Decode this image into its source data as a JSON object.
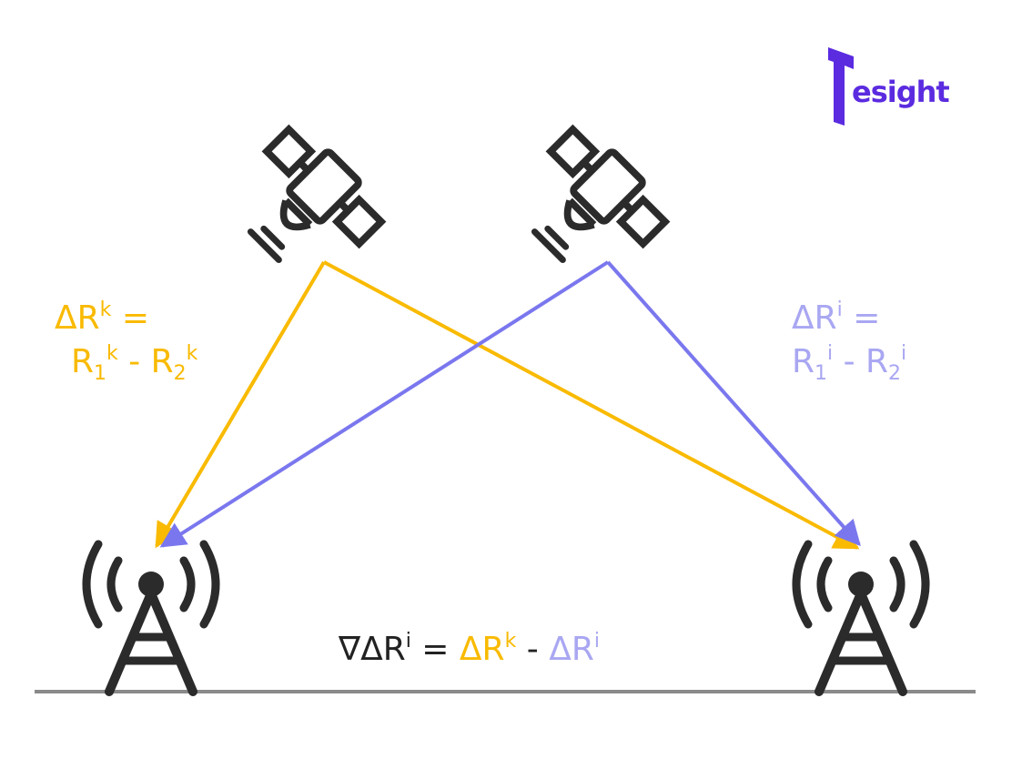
{
  "colors": {
    "orange": "#F9BA00",
    "purple": "#7A77EE",
    "purple_light": "#A9A7F2",
    "dark": "#2B2B2B",
    "ground": "#8A8A8A",
    "logo": "#5B2BE0"
  },
  "icons": {
    "satellite": "satellite-icon",
    "antenna": "radio-tower-icon",
    "logo": "tesight-logo"
  },
  "logo": {
    "word": "esight"
  },
  "label_k": {
    "delta": "ΔR",
    "delta_sup": "k",
    "eq": " =",
    "r1": "R",
    "r1_sub": "1",
    "r1_sup": "k",
    "minus": " - ",
    "r2": "R",
    "r2_sub": "2",
    "r2_sup": "k"
  },
  "label_i": {
    "delta": "ΔR",
    "delta_sup": "i",
    "eq": " =",
    "r1": "R",
    "r1_sub": "1",
    "r1_sup": "i",
    "minus": " - ",
    "r2": "R",
    "r2_sub": "2",
    "r2_sup": "i"
  },
  "formula": {
    "lhs": "∇ΔR",
    "lhs_sup": "i",
    "eq": " = ",
    "term_k": "ΔR",
    "term_k_sup": "k",
    "minus": " - ",
    "term_i": "ΔR",
    "term_i_sup": "i"
  }
}
